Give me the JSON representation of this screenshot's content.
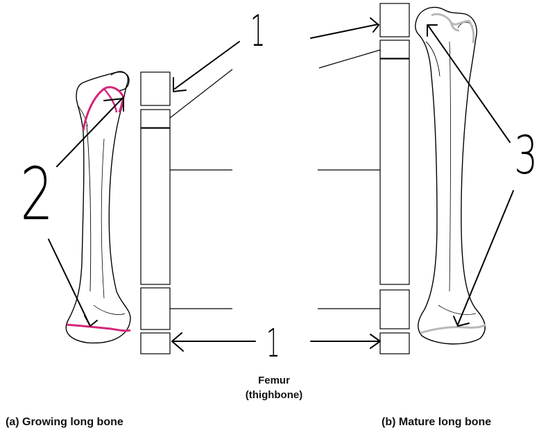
{
  "center_label": {
    "line1": "Femur",
    "line2": "(thighbone)"
  },
  "captions": {
    "left": "(a) Growing long bone",
    "right": "(b) Mature long bone"
  },
  "handwritten": {
    "top_one": "1",
    "bottom_one": "1",
    "two": "2",
    "three": "3"
  },
  "colors": {
    "epiphyseal_plate": "#d4267a",
    "epiphyseal_line": "#b8b8b8",
    "ink": "#000000"
  }
}
